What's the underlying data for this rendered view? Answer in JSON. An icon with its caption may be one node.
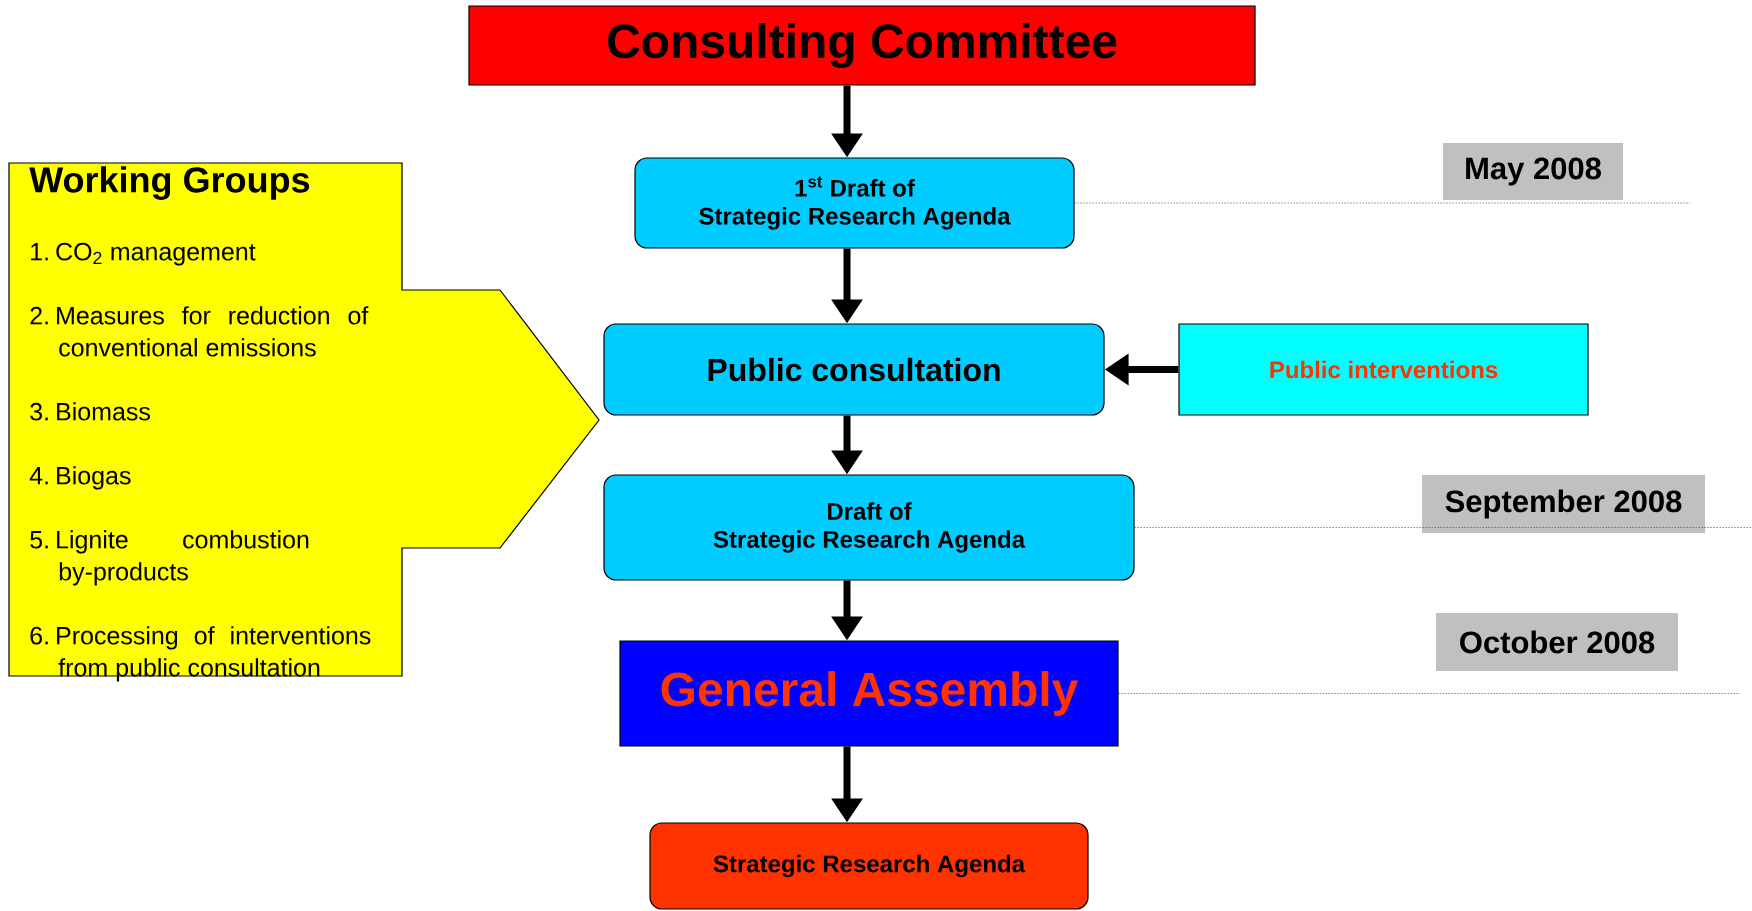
{
  "diagram": {
    "nodes": [
      {
        "text": [
          "Consulting Committee"
        ]
      },
      {
        "text": [
          "Working Groups",
          "1. CO$_{2}$ management",
          "2. Measures for reduction of conventional emissions",
          "3. Biomass",
          "4. Biogas",
          "5. Lignite combustion by-products",
          "6. Processing of interventions from public consultation"
        ]
      },
      {
        "text": [
          "1$^{st}$ Draft of",
          "Strategic Research Agenda"
        ]
      },
      {
        "text": [
          "May 2008"
        ]
      },
      {
        "text": [
          "Public consultation"
        ]
      },
      {
        "text": [
          "Public interventions"
        ]
      },
      {
        "text": [
          "Draft of",
          "Strategic Research Agenda"
        ]
      },
      {
        "text": [
          "September 2008"
        ]
      },
      {
        "text": [
          "October 2008"
        ]
      },
      {
        "text": [
          "General Assembly"
        ]
      },
      {
        "text": [
          "Strategic Research Agenda"
        ]
      }
    ],
    "edges": [
      {
        "from": 0,
        "to": 2,
        "arrow": "to"
      },
      {
        "from": 2,
        "to": 4,
        "arrow": "to"
      },
      {
        "from": 5,
        "to": 4,
        "arrow": "to"
      },
      {
        "from": 4,
        "to": 6,
        "arrow": "to"
      },
      {
        "from": 6,
        "to": 9,
        "arrow": "to"
      },
      {
        "from": 9,
        "to": 10,
        "arrow": "to"
      }
    ]
  }
}
